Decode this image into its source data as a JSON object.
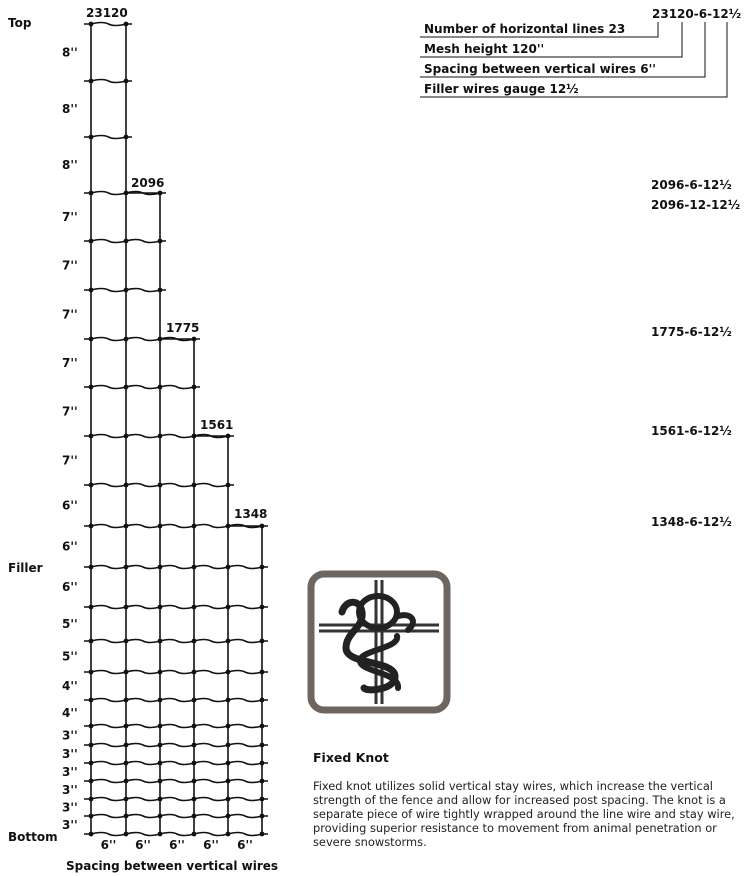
{
  "side_labels": {
    "top": "Top",
    "filler": "Filler",
    "bottom": "Bottom"
  },
  "spacing_labels": [
    "8''",
    "8''",
    "8''",
    "7''",
    "7''",
    "7''",
    "7''",
    "7''",
    "7''",
    "6''",
    "6''",
    "6''",
    "5''",
    "5''",
    "4''",
    "4''",
    "3''",
    "3''",
    "3''",
    "3''",
    "3''",
    "3''"
  ],
  "fence_heights": [
    "23120",
    "2096",
    "1775",
    "1561",
    "1348"
  ],
  "bottom_spacing_labels": [
    "6''",
    "6''",
    "6''",
    "6''",
    "6''"
  ],
  "bottom_caption": "Spacing between vertical wires",
  "legend": {
    "code": "23120-6-12½",
    "lines": [
      "Number of horizontal lines 23",
      "Mesh height 120''",
      "Spacing between vertical wires 6''",
      "Filler wires gauge 12½"
    ]
  },
  "model_codes": [
    {
      "text": "2096-6-12½"
    },
    {
      "text": "2096-12-12½"
    },
    {
      "text": "1775-6-12½"
    },
    {
      "text": "1561-6-12½"
    },
    {
      "text": "1348-6-12½"
    }
  ],
  "knot": {
    "title": "Fixed Knot",
    "description": "Fixed knot utilizes solid vertical stay wires, which increase the vertical strength of the fence and allow for increased post spacing. The knot is a separate piece of wire tightly wrapped around the line wire and stay wire, providing superior resistance to movement from animal penetration or severe snowstorms."
  },
  "colors": {
    "wire": "#111111",
    "knot_frame": "#6e6460"
  }
}
